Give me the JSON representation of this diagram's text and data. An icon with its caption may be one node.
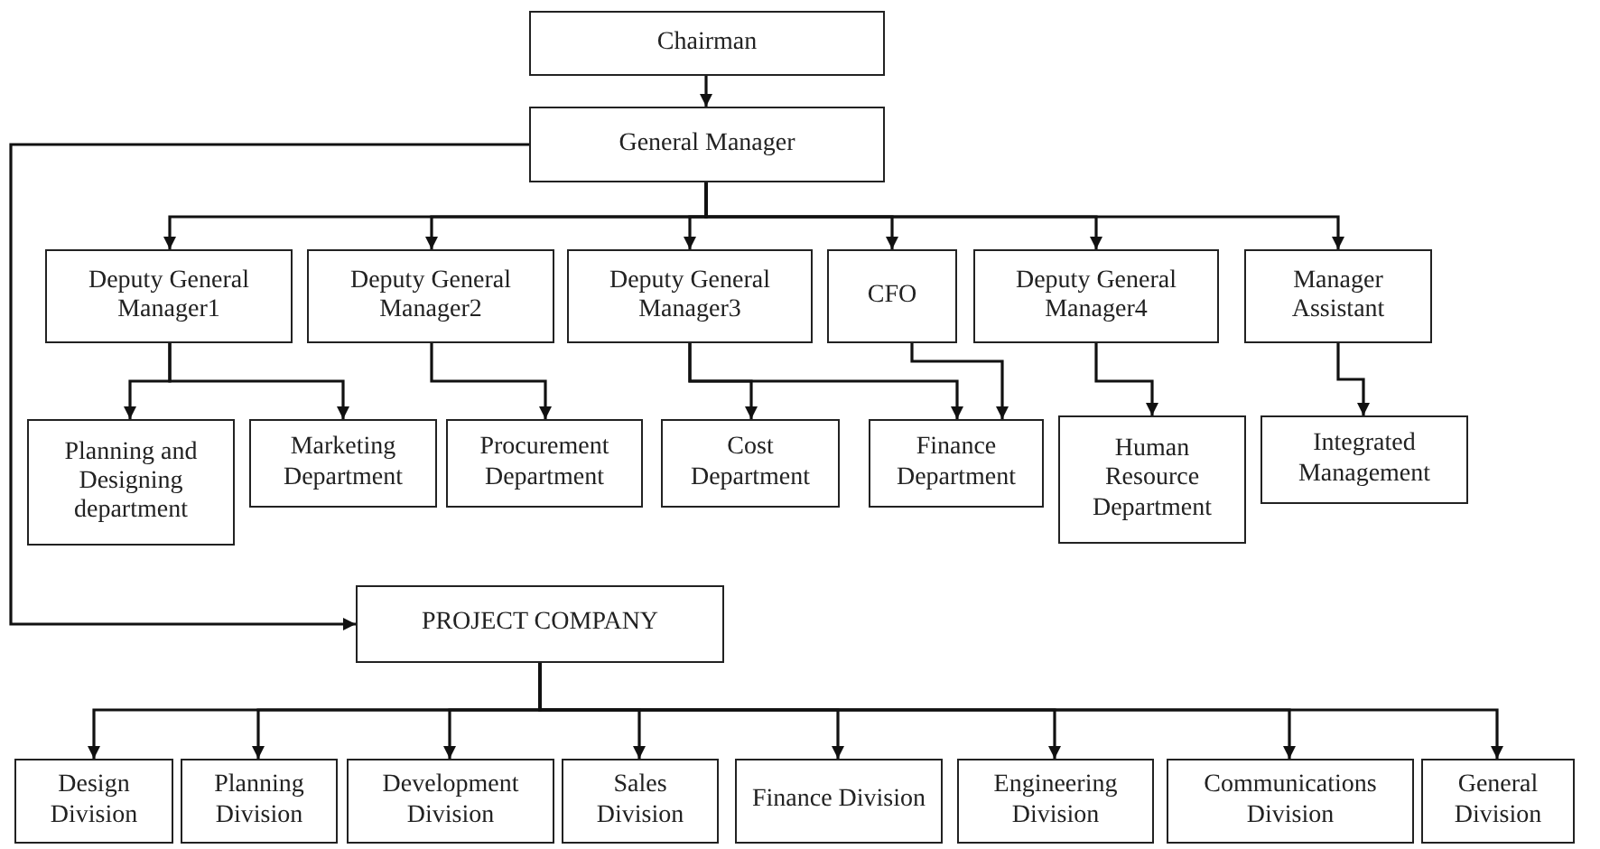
{
  "diagram": {
    "nodes": [
      {
        "text": [
          "Chairman"
        ]
      },
      {
        "text": [
          "General Manager"
        ]
      },
      {
        "text": [
          "Deputy General Manager1"
        ]
      },
      {
        "text": [
          "Deputy General Manager2"
        ]
      },
      {
        "text": [
          "Deputy General Manager3"
        ]
      },
      {
        "text": [
          "CFO"
        ]
      },
      {
        "text": [
          "Deputy General Manager4"
        ]
      },
      {
        "text": [
          "Manager Assistant"
        ]
      },
      {
        "text": [
          "Planning and Designing department"
        ]
      },
      {
        "text": [
          "Marketing Department"
        ]
      },
      {
        "text": [
          "Procurement Department"
        ]
      },
      {
        "text": [
          "Cost Department"
        ]
      },
      {
        "text": [
          "Finance Department"
        ]
      },
      {
        "text": [
          "Human Resource Department"
        ]
      },
      {
        "text": [
          "Integrated Management"
        ]
      },
      {
        "text": [
          "PROJECT COMPANY"
        ]
      },
      {
        "text": [
          "Design Division"
        ]
      },
      {
        "text": [
          "Planning Division"
        ]
      },
      {
        "text": [
          "Development Division"
        ]
      },
      {
        "text": [
          "Sales Division"
        ]
      },
      {
        "text": [
          "Finance Division"
        ]
      },
      {
        "text": [
          "Engineering Division"
        ]
      },
      {
        "text": [
          "Communications Division"
        ]
      },
      {
        "text": [
          "General Division"
        ]
      }
    ],
    "edges": [
      {
        "from": 0,
        "to": 1,
        "arrow": "to"
      },
      {
        "from": 1,
        "to": 2,
        "arrow": "to"
      },
      {
        "from": 1,
        "to": 3,
        "arrow": "to"
      },
      {
        "from": 1,
        "to": 4,
        "arrow": "to"
      },
      {
        "from": 1,
        "to": 5,
        "arrow": "to"
      },
      {
        "from": 1,
        "to": 6,
        "arrow": "to"
      },
      {
        "from": 1,
        "to": 7,
        "arrow": "to"
      },
      {
        "from": 2,
        "to": 8,
        "arrow": "to"
      },
      {
        "from": 2,
        "to": 9,
        "arrow": "to"
      },
      {
        "from": 3,
        "to": 10,
        "arrow": "to"
      },
      {
        "from": 4,
        "to": 11,
        "arrow": "to"
      },
      {
        "from": 4,
        "to": 12,
        "arrow": "to"
      },
      {
        "from": 5,
        "to": 12,
        "arrow": "to"
      },
      {
        "from": 6,
        "to": 13,
        "arrow": "to"
      },
      {
        "from": 7,
        "to": 14,
        "arrow": "to"
      },
      {
        "from": 1,
        "to": 15,
        "arrow": "to"
      },
      {
        "from": 15,
        "to": 16,
        "arrow": "to"
      },
      {
        "from": 15,
        "to": 17,
        "arrow": "to"
      },
      {
        "from": 15,
        "to": 18,
        "arrow": "to"
      },
      {
        "from": 15,
        "to": 19,
        "arrow": "to"
      },
      {
        "from": 15,
        "to": 20,
        "arrow": "to"
      },
      {
        "from": 15,
        "to": 21,
        "arrow": "to"
      },
      {
        "from": 15,
        "to": 22,
        "arrow": "to"
      },
      {
        "from": 15,
        "to": 23,
        "arrow": "to"
      }
    ]
  }
}
